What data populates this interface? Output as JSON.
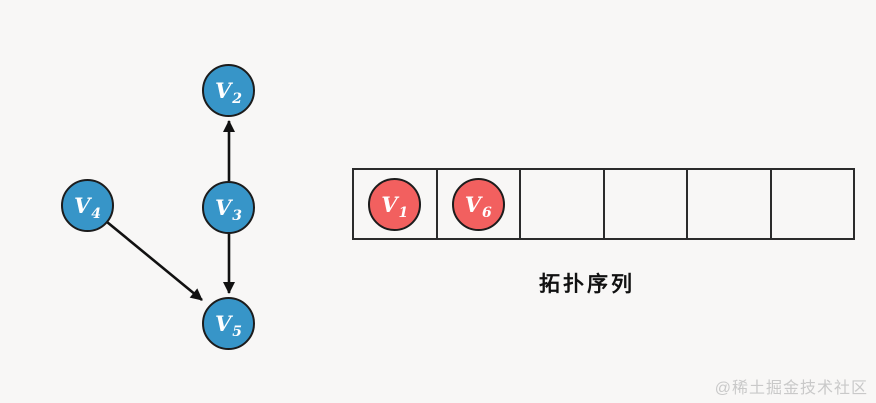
{
  "page": {
    "background_color": "#f8f7f6",
    "watermark": "@稀土掘金技术社区"
  },
  "graph": {
    "node_color": "#3795c8",
    "node_border_color": "#1c1c1c",
    "nodes": [
      {
        "id": "V2",
        "label": "V",
        "sub": "2"
      },
      {
        "id": "V3",
        "label": "V",
        "sub": "3"
      },
      {
        "id": "V4",
        "label": "V",
        "sub": "4"
      },
      {
        "id": "V5",
        "label": "V",
        "sub": "5"
      }
    ],
    "edges": [
      {
        "from": "V3",
        "to": "V2"
      },
      {
        "from": "V3",
        "to": "V5"
      },
      {
        "from": "V4",
        "to": "V5"
      }
    ]
  },
  "sequence": {
    "title": "拓扑序列",
    "cell_count": 6,
    "filled_node_color": "#f2605f",
    "cells": [
      {
        "label": "V",
        "sub": "1"
      },
      {
        "label": "V",
        "sub": "6"
      }
    ]
  }
}
